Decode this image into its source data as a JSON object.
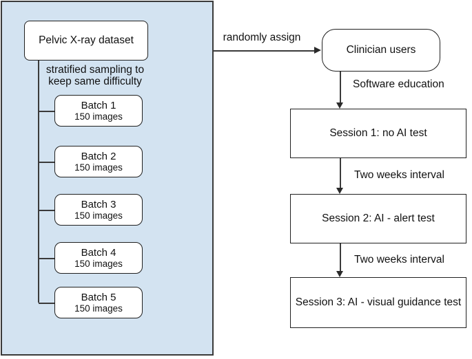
{
  "colors": {
    "panel_bg": "#d3e3f1",
    "box_bg": "#ffffff",
    "line": "#3a3a3a",
    "text": "#111111"
  },
  "left_panel": {
    "dataset_label": "Pelvic X-ray dataset",
    "sampling_note_line1": "stratified sampling to",
    "sampling_note_line2": "keep same difficulty",
    "batches": [
      {
        "name": "Batch 1",
        "count": "150 images"
      },
      {
        "name": "Batch 2",
        "count": "150 images"
      },
      {
        "name": "Batch 3",
        "count": "150 images"
      },
      {
        "name": "Batch 4",
        "count": "150 images"
      },
      {
        "name": "Batch 5",
        "count": "150 images"
      }
    ]
  },
  "right_flow": {
    "assign_label": "randomly assign",
    "clinician_label": "Clinician users",
    "steps": [
      {
        "arrow_label": "Software education",
        "label": "Session 1: no AI test"
      },
      {
        "arrow_label": "Two weeks interval",
        "label": "Session 2: AI - alert test"
      },
      {
        "arrow_label": "Two weeks interval",
        "label": "Session 3: AI - visual guidance test"
      }
    ]
  }
}
